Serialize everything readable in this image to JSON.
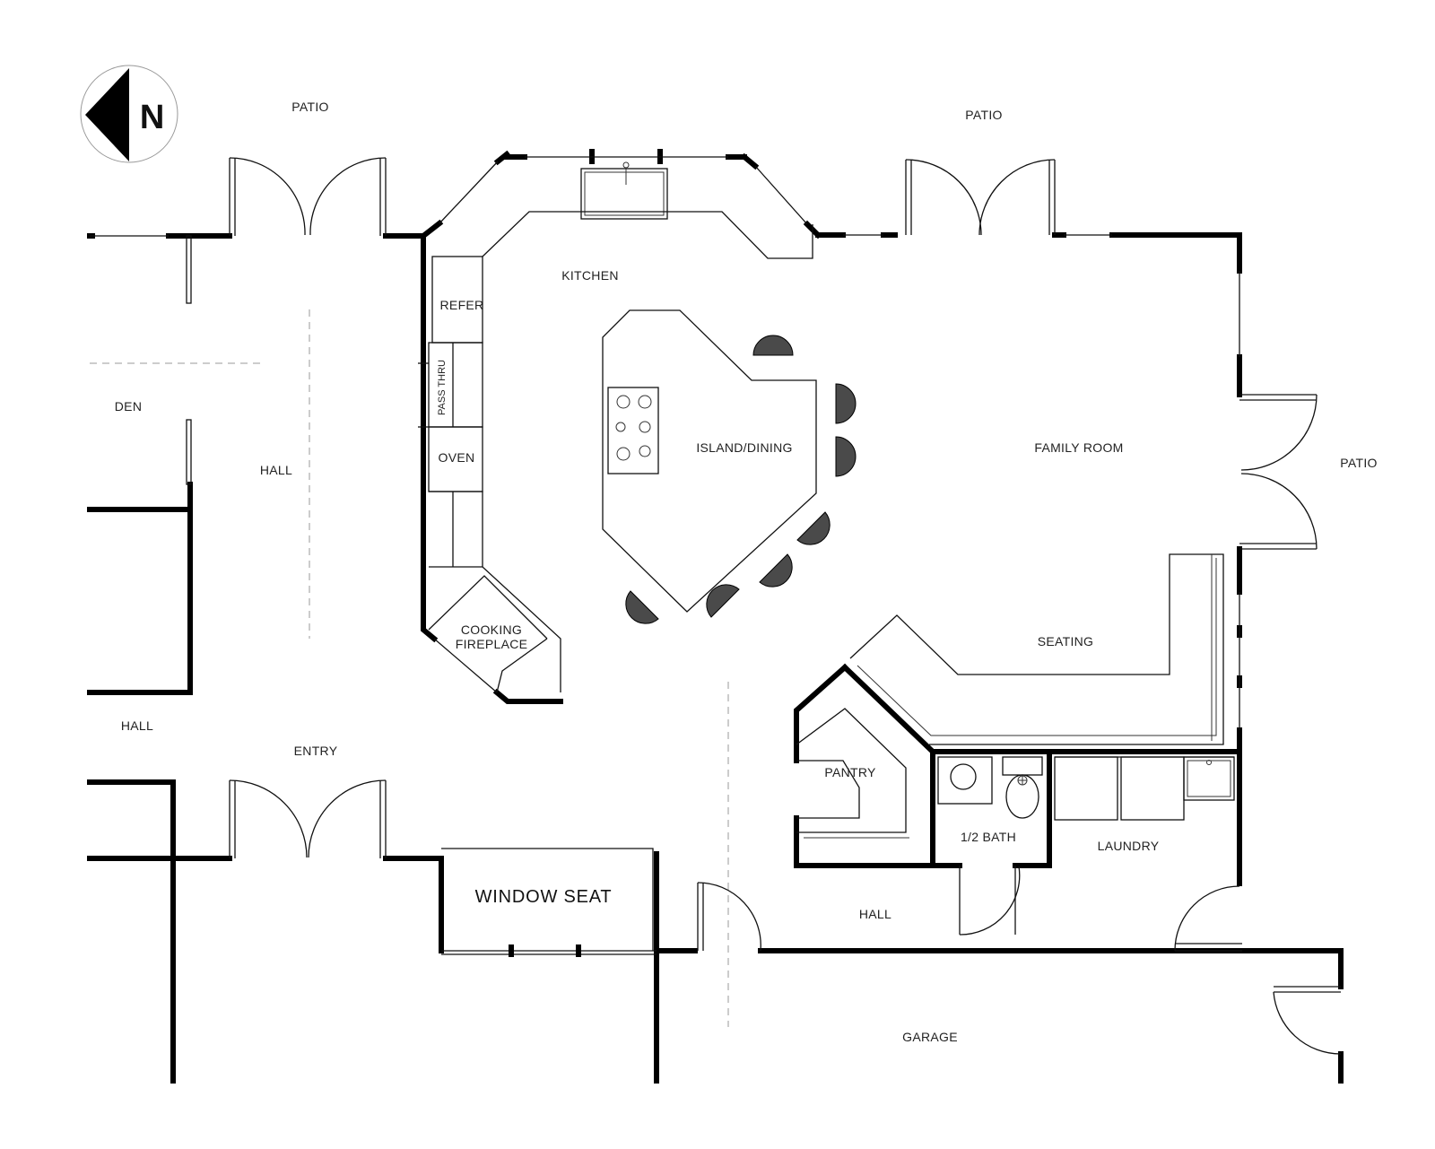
{
  "north_arrow": {
    "letter": "N"
  },
  "rooms": {
    "patio_west": "PATIO",
    "patio_north": "PATIO",
    "patio_east": "PATIO",
    "kitchen": "KITCHEN",
    "refer": "REFER",
    "pass_thru": "PASS THRU",
    "oven": "OVEN",
    "cooking_fireplace_1": "COOKING",
    "cooking_fireplace_2": "FIREPLACE",
    "island_dining": "ISLAND/DINING",
    "family_room": "FAMILY ROOM",
    "seating": "SEATING",
    "den": "DEN",
    "hall_west": "HALL",
    "hall_southwest": "HALL",
    "hall_south": "HALL",
    "entry": "ENTRY",
    "window_seat": "WINDOW SEAT",
    "pantry": "PANTRY",
    "half_bath": "1/2 BATH",
    "laundry": "LAUNDRY",
    "garage": "GARAGE"
  }
}
